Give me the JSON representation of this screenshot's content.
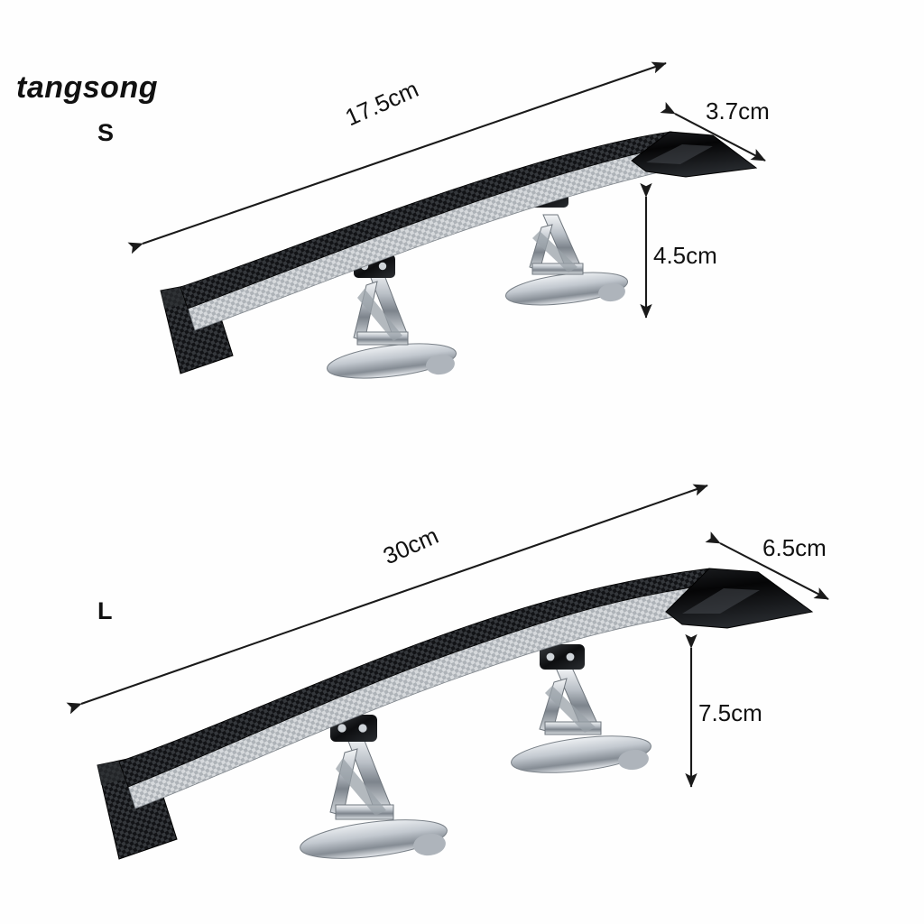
{
  "image": {
    "type": "product-photo",
    "subject": "universal carbon-fiber mini rear spoiler wing",
    "background_color": "#ffffff",
    "watermark": "tangsong"
  },
  "products": [
    {
      "size_label": "S",
      "length": "17.5cm",
      "depth": "3.7cm",
      "height": "4.5cm"
    },
    {
      "size_label": "L",
      "length": "30cm",
      "depth": "6.5cm",
      "height": "7.5cm"
    }
  ],
  "annotations": {
    "length_small": "17.5cm",
    "depth_small": "3.7cm",
    "height_small": "4.5cm",
    "length_large": "30cm",
    "depth_large": "6.5cm",
    "height_large": "7.5cm"
  },
  "colors": {
    "carbon_dark": "#111111",
    "carbon_light": "#b9bcc0",
    "chrome": "#c9ced4",
    "arrow": "#1a1a1a",
    "text": "#111111"
  }
}
